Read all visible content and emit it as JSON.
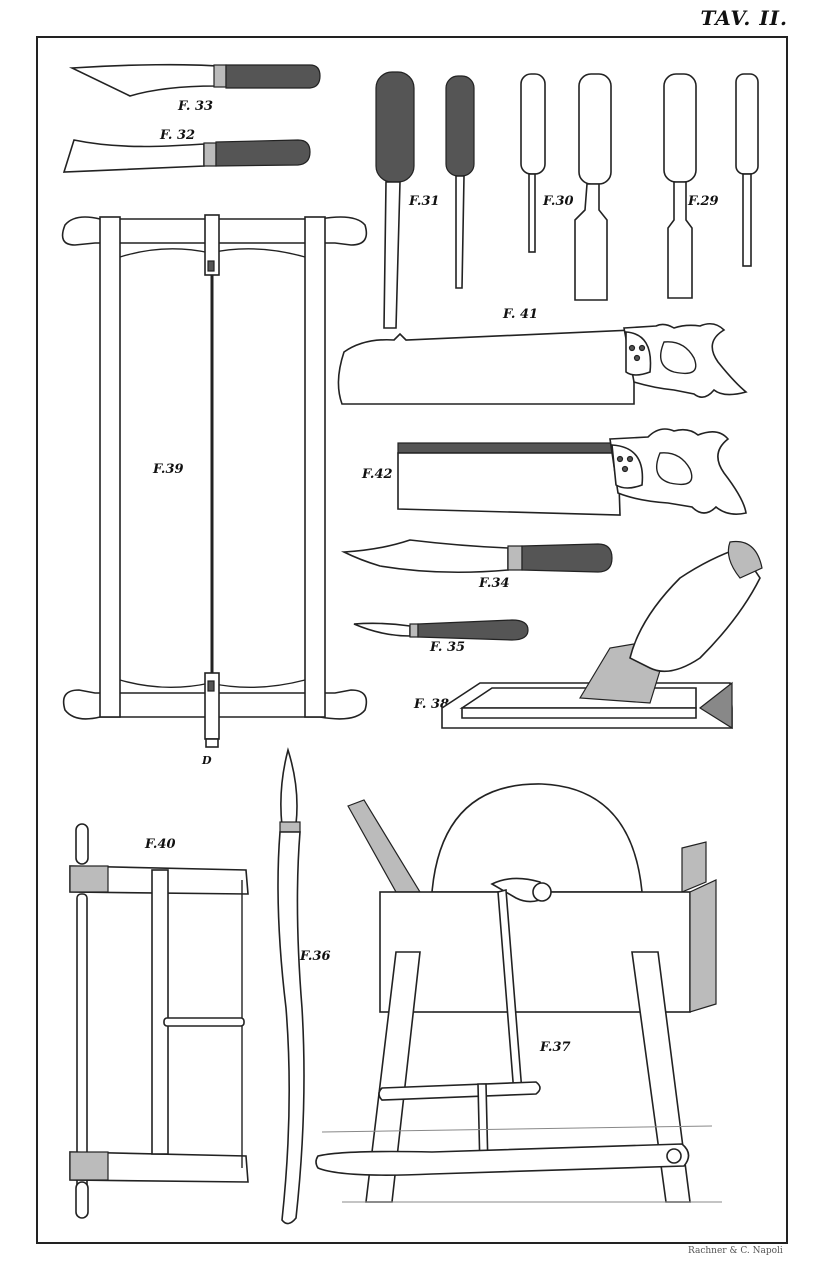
{
  "plate": {
    "title": "TAV. II.",
    "printer_credit": "Rachner & C. Napoli"
  },
  "figures": [
    {
      "id": "F.33",
      "label": "F. 33",
      "subject": "pointed knife"
    },
    {
      "id": "F.32",
      "label": "F. 32",
      "subject": "curved blade knife"
    },
    {
      "id": "F.31",
      "label": "F.31",
      "subject": "pair of chisels with dark handles"
    },
    {
      "id": "F.30",
      "label": "F.30",
      "subject": "pair of gouges"
    },
    {
      "id": "F.29",
      "label": "F.29",
      "subject": "pair of flat chisels"
    },
    {
      "id": "F.41",
      "label": "F. 41",
      "subject": "hand saw"
    },
    {
      "id": "F.42",
      "label": "F.42",
      "subject": "back saw"
    },
    {
      "id": "F.39",
      "label": "F.39",
      "subject": "frame saw",
      "detail_label": "D"
    },
    {
      "id": "F.34",
      "label": "F.34",
      "subject": "curved knife"
    },
    {
      "id": "F.35",
      "label": "F. 35",
      "subject": "small knife"
    },
    {
      "id": "F.38",
      "label": "F. 38",
      "subject": "hand sharpening blade on whetstone"
    },
    {
      "id": "F.40",
      "label": "F.40",
      "subject": "bow saw"
    },
    {
      "id": "F.36",
      "label": "F.36",
      "subject": "long-handled curved knife"
    },
    {
      "id": "F.37",
      "label": "F.37",
      "subject": "treadle grinding wheel"
    }
  ]
}
